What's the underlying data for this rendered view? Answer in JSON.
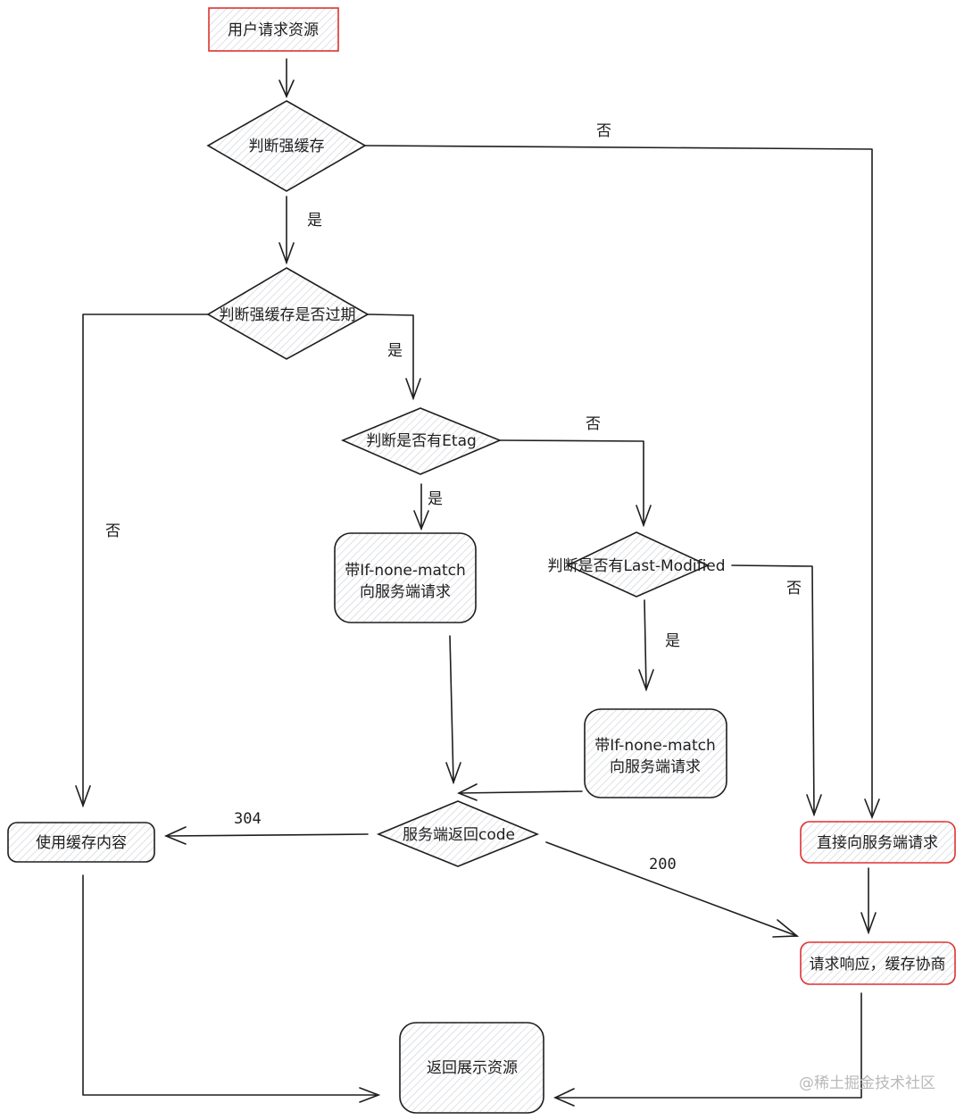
{
  "colors": {
    "stroke": "#1e1e1e",
    "highlight_stroke": "#e03131",
    "fill_hatch": "#dfe3e8",
    "watermark": "#b9b9b9"
  },
  "nodes": {
    "start": {
      "lines": [
        "用户请求资源"
      ],
      "shape": "rect",
      "highlight": true
    },
    "check_strong_cache": {
      "lines": [
        "判断强缓存"
      ],
      "shape": "diamond"
    },
    "check_expired": {
      "lines": [
        "判断强缓存是否过期"
      ],
      "shape": "diamond"
    },
    "check_etag": {
      "lines": [
        "判断是否有Etag"
      ],
      "shape": "diamond"
    },
    "req_if_none_match": {
      "lines": [
        "带If-none-match",
        "向服务端请求"
      ],
      "shape": "rounded-rect"
    },
    "check_last_modified": {
      "lines": [
        "判断是否有Last-Modified"
      ],
      "shape": "diamond"
    },
    "req_if_none_match_2": {
      "lines": [
        "带If-none-match",
        "向服务端请求"
      ],
      "shape": "rounded-rect"
    },
    "server_code": {
      "lines": [
        "服务端返回code"
      ],
      "shape": "diamond"
    },
    "use_cache": {
      "lines": [
        "使用缓存内容"
      ],
      "shape": "rounded-rect"
    },
    "direct_request": {
      "lines": [
        "直接向服务端请求"
      ],
      "shape": "rounded-rect",
      "highlight": true
    },
    "response_negotiate": {
      "lines": [
        "请求响应，缓存协商"
      ],
      "shape": "rounded-rect",
      "highlight": true
    },
    "return_resource": {
      "lines": [
        "返回展示资源"
      ],
      "shape": "rounded-rect"
    }
  },
  "edges": [
    {
      "from": "start",
      "to": "check_strong_cache",
      "label": ""
    },
    {
      "from": "check_strong_cache",
      "to": "direct_request",
      "label": "否"
    },
    {
      "from": "check_strong_cache",
      "to": "check_expired",
      "label": "是"
    },
    {
      "from": "check_expired",
      "to": "use_cache",
      "label": "否"
    },
    {
      "from": "check_expired",
      "to": "check_etag",
      "label": "是"
    },
    {
      "from": "check_etag",
      "to": "check_last_modified",
      "label": "否"
    },
    {
      "from": "check_etag",
      "to": "req_if_none_match",
      "label": "是"
    },
    {
      "from": "check_last_modified",
      "to": "direct_request",
      "label": "否"
    },
    {
      "from": "check_last_modified",
      "to": "req_if_none_match_2",
      "label": "是"
    },
    {
      "from": "req_if_none_match",
      "to": "server_code",
      "label": ""
    },
    {
      "from": "req_if_none_match_2",
      "to": "server_code",
      "label": ""
    },
    {
      "from": "server_code",
      "to": "use_cache",
      "label": "304"
    },
    {
      "from": "server_code",
      "to": "response_negotiate",
      "label": "200"
    },
    {
      "from": "direct_request",
      "to": "response_negotiate",
      "label": ""
    },
    {
      "from": "use_cache",
      "to": "return_resource",
      "label": ""
    },
    {
      "from": "response_negotiate",
      "to": "return_resource",
      "label": ""
    }
  ],
  "labels": {
    "no": "否",
    "yes": "是",
    "code_304": "304",
    "code_200": "200"
  },
  "watermark": "@稀土掘金技术社区"
}
